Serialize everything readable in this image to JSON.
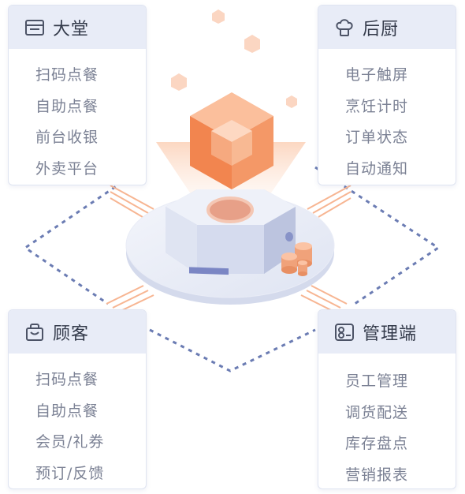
{
  "cards": {
    "hall": {
      "title": "大堂",
      "icon": "cash-register-icon",
      "items": [
        "扫码点餐",
        "自助点餐",
        "前台收银",
        "外卖平台"
      ]
    },
    "kitchen": {
      "title": "后厨",
      "icon": "chef-hat-icon",
      "items": [
        "电子触屏",
        "烹饪计时",
        "订单状态",
        "自动通知"
      ]
    },
    "customer": {
      "title": "顾客",
      "icon": "shopping-bag-icon",
      "items": [
        "扫码点餐",
        "自助点餐",
        "会员/礼券",
        "预订/反馈"
      ]
    },
    "admin": {
      "title": "管理端",
      "icon": "admin-id-icon",
      "items": [
        "员工管理",
        "调货配送",
        "库存盘点",
        "营销报表"
      ]
    }
  },
  "colors": {
    "accent": "#f2854f",
    "dash": "#6b7cb3",
    "header_bg": "#e8ecf7",
    "item_text": "#7b8194"
  }
}
